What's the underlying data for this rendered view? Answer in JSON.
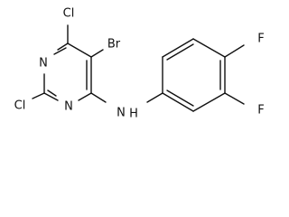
{
  "molecule": {
    "atoms": {
      "cl_top": "Cl",
      "br": "Br",
      "n_upper": "N",
      "n_lower": "N",
      "cl_left": "Cl",
      "nh": "N",
      "h": "H",
      "f_top": "F",
      "f_bottom": "F"
    }
  }
}
